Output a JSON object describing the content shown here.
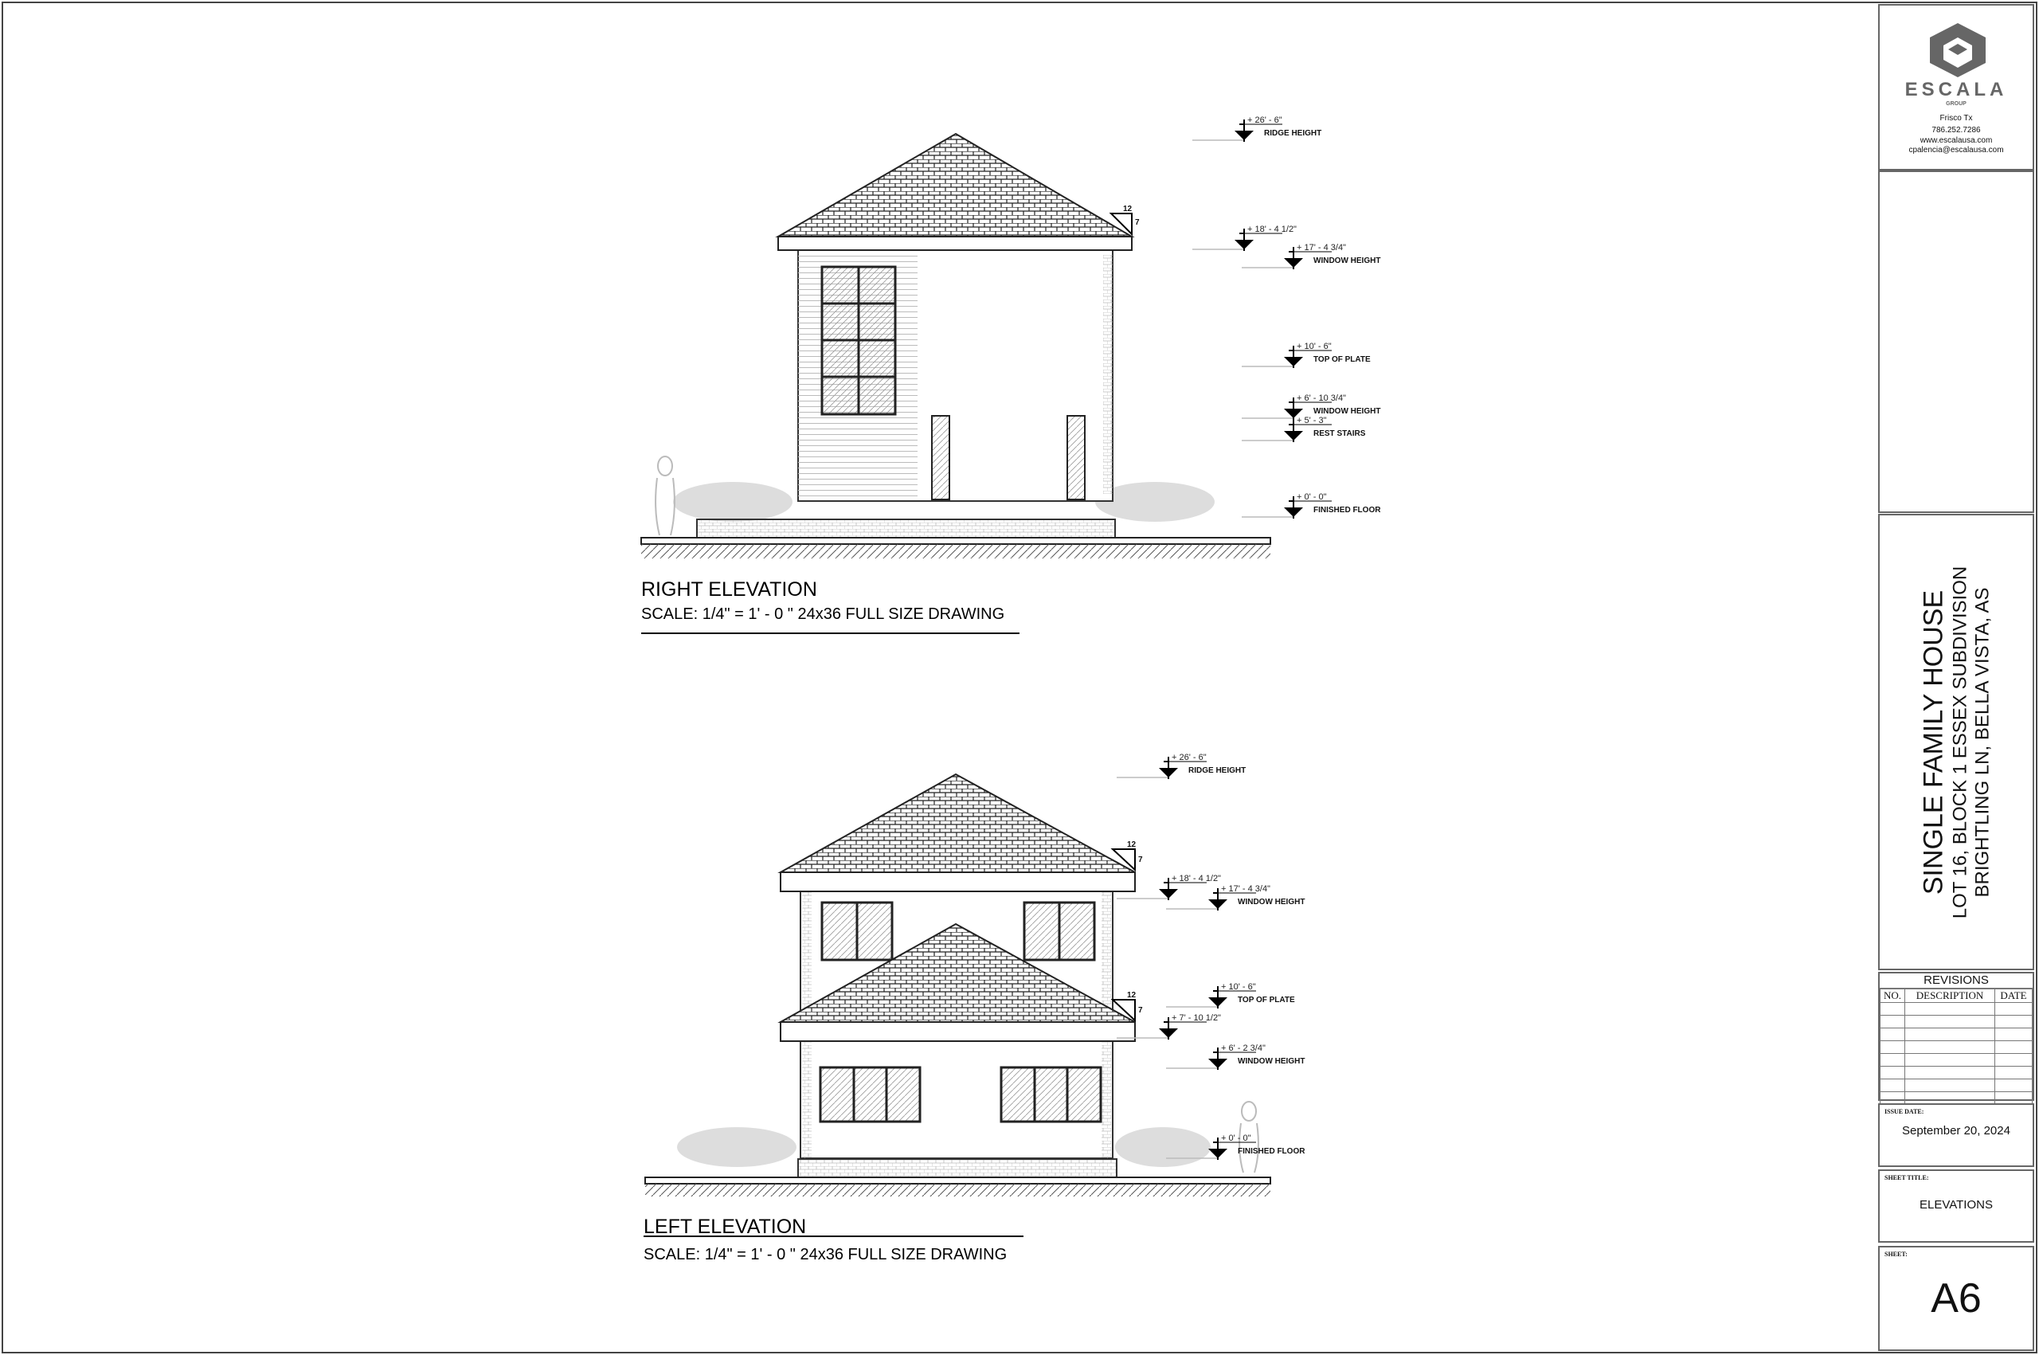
{
  "right_elevation": {
    "title": "RIGHT ELEVATION",
    "scale": "SCALE: 1/4\" = 1' - 0 \" 24x36 FULL SIZE DRAWING",
    "pitch_run": "12",
    "pitch_rise": "7",
    "levels": [
      {
        "value": "+ 26' - 6\"",
        "label": "RIDGE HEIGHT"
      },
      {
        "value": "+ 18' - 4 1/2\"",
        "label": ""
      },
      {
        "value": "+ 17' - 4 3/4\"",
        "label": "WINDOW HEIGHT"
      },
      {
        "value": "+ 10' - 6\"",
        "label": "TOP OF PLATE"
      },
      {
        "value": "+ 6' - 10 3/4\"",
        "label": "WINDOW HEIGHT"
      },
      {
        "value": "+ 5' - 3\"",
        "label": "REST STAIRS"
      },
      {
        "value": "+ 0' - 0\"",
        "label": "FINISHED FLOOR"
      }
    ]
  },
  "left_elevation": {
    "title": "LEFT ELEVATION",
    "scale": "SCALE: 1/4\" = 1' - 0 \" 24x36 FULL SIZE DRAWING",
    "pitch_run": "12",
    "pitch_rise": "7",
    "levels": [
      {
        "value": "+ 26' - 6\"",
        "label": "RIDGE HEIGHT"
      },
      {
        "value": "+ 18' - 4 1/2\"",
        "label": ""
      },
      {
        "value": "+ 17' - 4 3/4\"",
        "label": "WINDOW HEIGHT"
      },
      {
        "value": "+ 10' - 6\"",
        "label": "TOP OF PLATE"
      },
      {
        "value": "+ 7' - 10 1/2\"",
        "label": ""
      },
      {
        "value": "+ 6' - 2 3/4\"",
        "label": "WINDOW HEIGHT"
      },
      {
        "value": "+ 0' - 0\"",
        "label": "FINISHED FLOOR"
      }
    ]
  },
  "title_block": {
    "company": {
      "name": "ESCALA",
      "sub": "GROUP",
      "city": "Frisco Tx",
      "phone": "786.252.7286",
      "web": "www.escalausa.com",
      "email": "cpalencia@escalausa.com"
    },
    "project": {
      "line1": "SINGLE FAMILY HOUSE",
      "line2": "LOT 16, BLOCK 1 ESSEX SUBDIVISION",
      "line3": "BRIGHTLING LN, BELLA VISTA, AS"
    },
    "revisions": {
      "title": "REVISIONS",
      "headers": [
        "NO.",
        "DESCRIPTION",
        "DATE"
      ]
    },
    "issue_date_label": "ISSUE DATE:",
    "issue_date": "September 20, 2024",
    "sheet_title_label": "SHEET TITLE:",
    "sheet_title": "ELEVATIONS",
    "sheet_label": "SHEET:",
    "sheet": "A6"
  }
}
